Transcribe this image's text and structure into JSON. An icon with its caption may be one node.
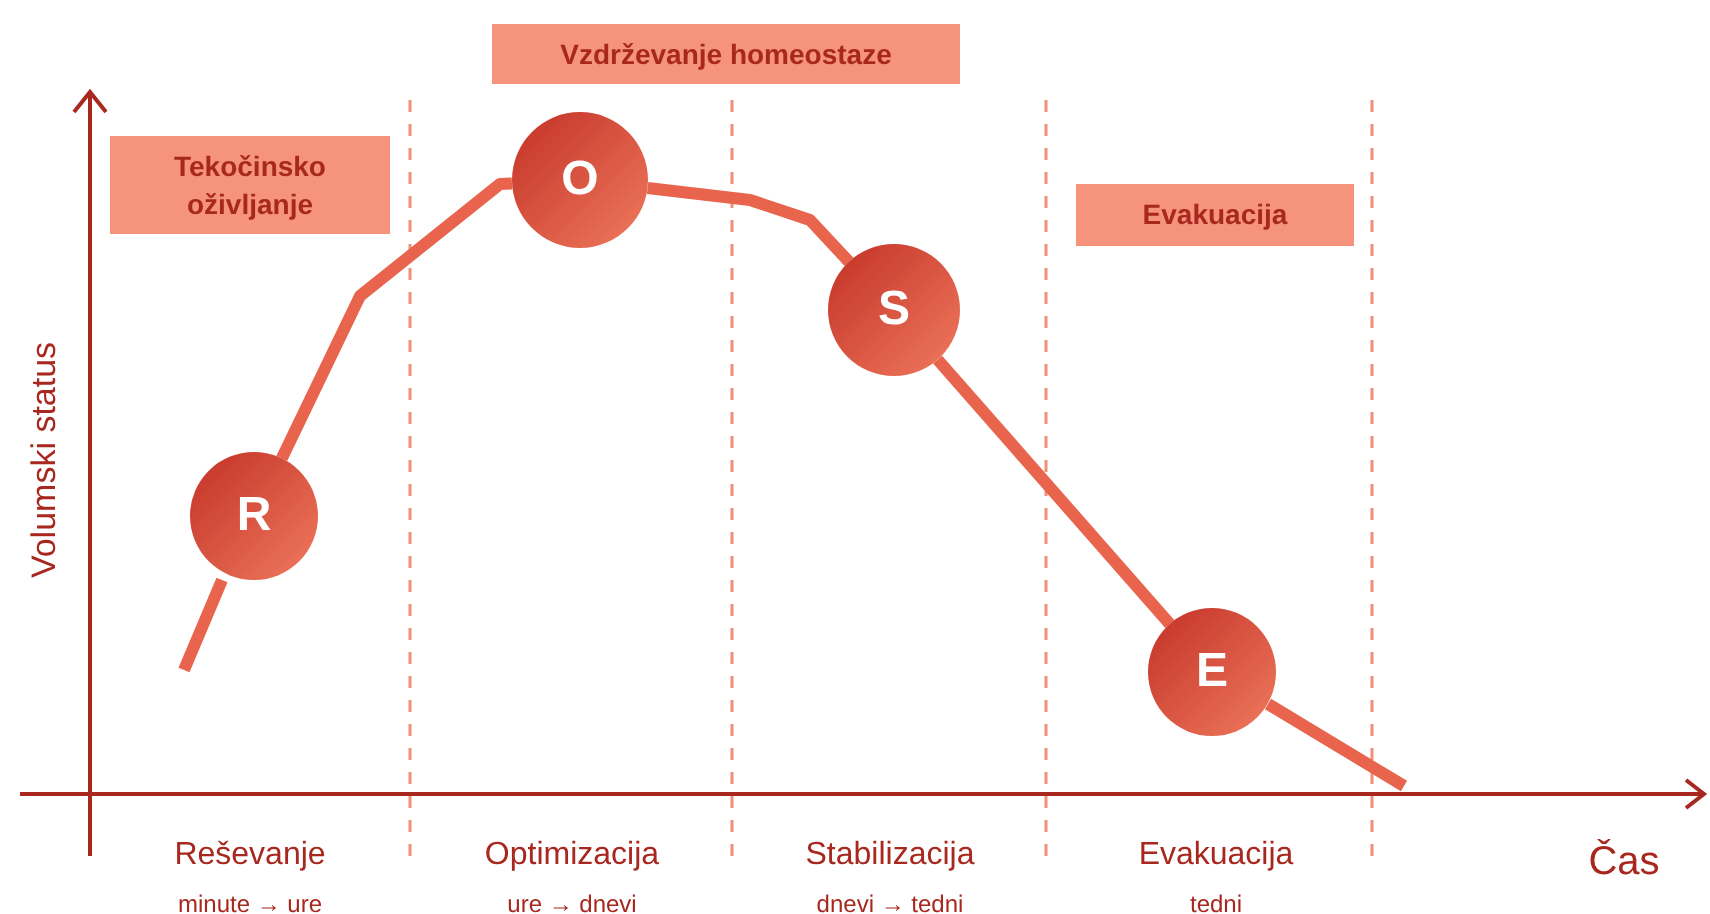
{
  "diagram": {
    "nodes": [
      {
        "text": [
          "Tekočinsko oživljanje"
        ]
      },
      {
        "text": [
          "Vzdrževanje homeostaze"
        ]
      },
      {
        "text": [
          "Evakuacija"
        ]
      },
      {
        "text": [
          "R"
        ]
      },
      {
        "text": [
          "O"
        ]
      },
      {
        "text": [
          "S"
        ]
      },
      {
        "text": [
          "E"
        ]
      }
    ],
    "edges": [
      {
        "from": 3,
        "to": 4,
        "arrow": "none"
      },
      {
        "from": 4,
        "to": 5,
        "arrow": "none"
      },
      {
        "from": 5,
        "to": 6,
        "arrow": "none"
      }
    ],
    "labels": [
      "Volumski status",
      "Reševanje",
      "minute → ure",
      "Optimizacija",
      "ure → dnevi",
      "Stabilizacija",
      "dnevi → tedni",
      "Evakuacija",
      "tedni",
      "Čas"
    ]
  }
}
